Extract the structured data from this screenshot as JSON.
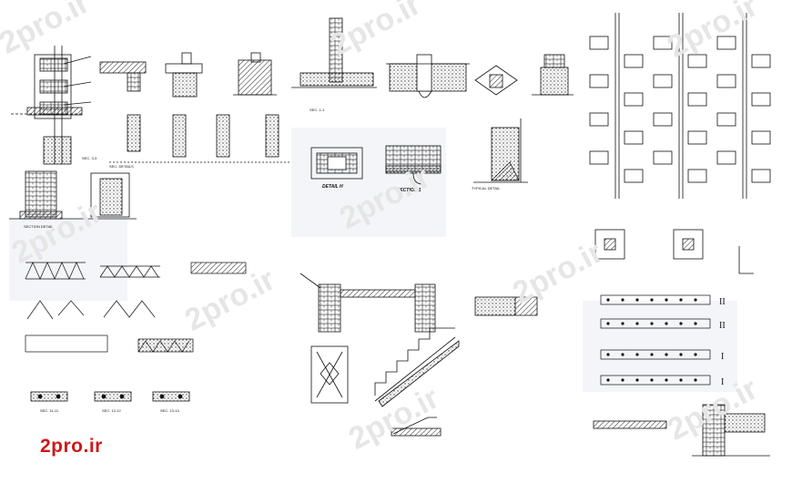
{
  "brand": {
    "logo_text": "2pro.ir",
    "logo_color": "#d01818",
    "watermark_text": "2pro.ir",
    "watermark_color": "#e6e6e6"
  },
  "labels": {
    "detail_h": "DETAIL H",
    "section_1": "SECTION 1",
    "section_roman_1": "I",
    "section_roman_2": "II",
    "caption_1": "SEC. 11-11",
    "caption_2": "SEC. 12-12",
    "caption_3": "SEC. 13-13"
  },
  "colors": {
    "line": "#111111",
    "hatch": "#333333",
    "faint": "#9a9a9a",
    "panel_tint": "#f6f6f8"
  }
}
